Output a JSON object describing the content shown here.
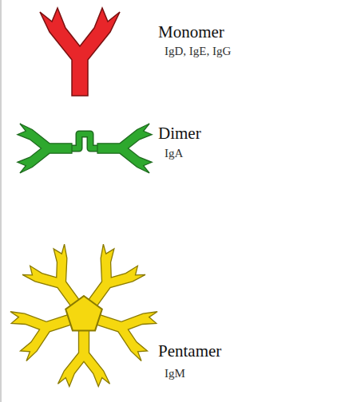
{
  "diagram": {
    "labels": [
      "Monomer",
      "IgD, IgE, IgG",
      "Dimer",
      "IgA",
      "Pentamer",
      "IgM"
    ]
  }
}
